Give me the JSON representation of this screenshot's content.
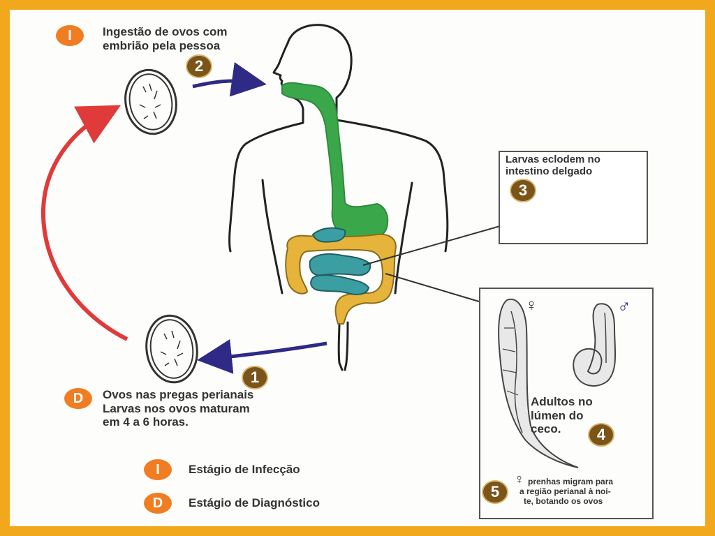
{
  "badges": {
    "infection_letter": "I",
    "diagnostic_letter": "D",
    "step1": "1",
    "step2": "2",
    "step3": "3",
    "step4": "4",
    "step5": "5"
  },
  "labels": {
    "ingestion_line1": "Ingestão de ovos com",
    "ingestion_line2": "embrião pela pessoa",
    "larvae_line1": "Larvas eclodem no",
    "larvae_line2": "intestino delgado",
    "adults_line1": "Adultos no",
    "adults_line2": "lúmen do",
    "adults_line3": "ceco.",
    "female_symbol": "♀",
    "male_symbol": "♂",
    "migrate_line1": "prenhas migram para",
    "migrate_line2": "a região perianal à noi-",
    "migrate_line3": "te, botando os ovos",
    "eggs_line1": "Ovos nas pregas perianais",
    "eggs_line2": "Larvas nos ovos maturam",
    "eggs_line3": "em 4 a 6 horas."
  },
  "legend": {
    "infection": "Estágio de Infecção",
    "diagnostic": "Estágio de Diagnóstico"
  },
  "colors": {
    "frame": "#f2a81c",
    "badge_step": "#7a5418",
    "badge_letter": "#f07d22",
    "arrow_red": "#e03a3a",
    "arrow_blue": "#2e2a86",
    "esophagus": "#3aa84a",
    "small_intestine": "#3b9ea2",
    "large_intestine": "#e6b43a"
  }
}
